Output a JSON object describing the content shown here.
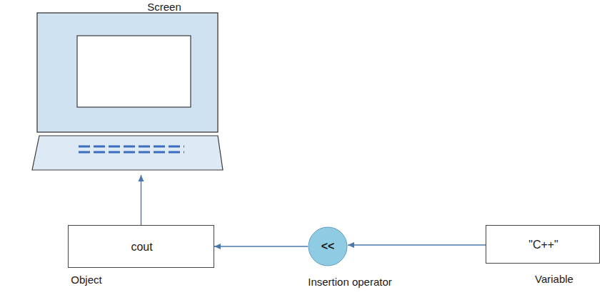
{
  "diagram": {
    "nodes": [
      {
        "text": [
          "Screen"
        ]
      },
      {
        "text": [
          "cout",
          "Object"
        ]
      },
      {
        "text": [
          "<<",
          "Insertion operator"
        ]
      },
      {
        "text": [
          "\"C++\"",
          "Variable"
        ]
      }
    ],
    "edges": [
      {
        "from": 3,
        "to": 2,
        "arrow": "to"
      },
      {
        "from": 2,
        "to": 1,
        "arrow": "to"
      },
      {
        "from": 1,
        "to": 0,
        "arrow": "to"
      }
    ]
  }
}
